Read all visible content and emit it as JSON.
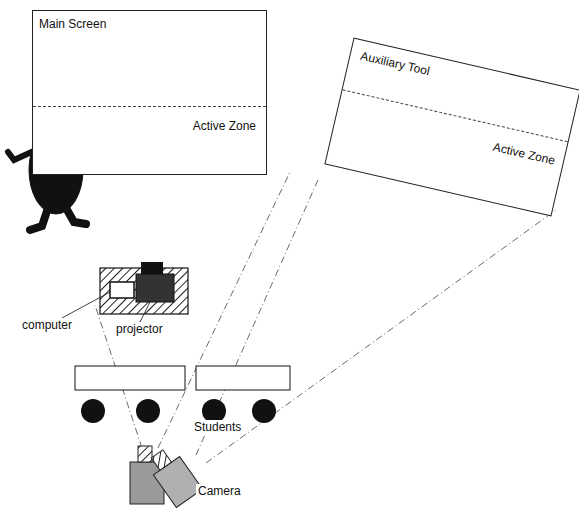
{
  "diagram": {
    "nodes": [
      {
        "text": [
          "Main Screen"
        ]
      },
      {
        "text": [
          "Active Zone"
        ],
        "in": 0
      },
      {
        "text": [
          "Auxiliary Tool"
        ]
      },
      {
        "text": [
          "Active Zone"
        ],
        "in": 2
      }
    ],
    "labels": [
      "computer",
      "projector",
      "Students",
      "Camera"
    ]
  }
}
